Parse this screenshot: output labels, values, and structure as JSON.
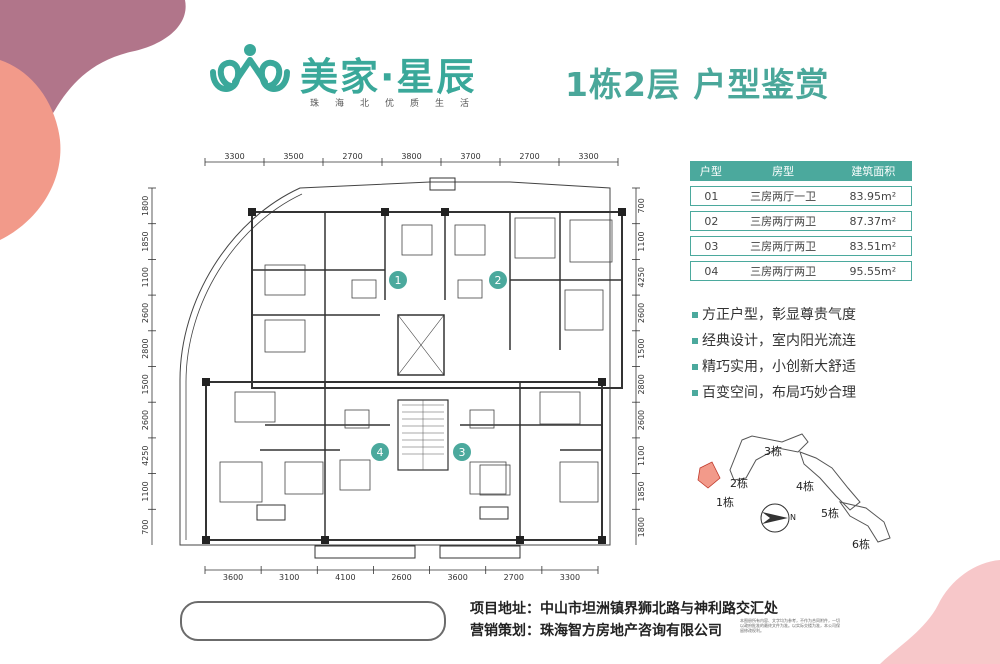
{
  "brand": {
    "name": "美家·星辰",
    "slogan": "珠海北优质生活"
  },
  "heading": "1栋2层  户型鉴赏",
  "units_table": {
    "headers": [
      "户型",
      "房型",
      "建筑面积"
    ],
    "rows": [
      [
        "01",
        "三房两厅一卫",
        "83.95m²"
      ],
      [
        "02",
        "三房两厅两卫",
        "87.37m²"
      ],
      [
        "03",
        "三房两厅两卫",
        "83.51m²"
      ],
      [
        "04",
        "三房两厅两卫",
        "95.55m²"
      ]
    ]
  },
  "features": [
    "方正户型，彰显尊贵气度",
    "经典设计，室内阳光流连",
    "精巧实用，小创新大舒适",
    "百变空间，布局巧妙合理"
  ],
  "plan": {
    "unit_markers": [
      "1",
      "2",
      "3",
      "4"
    ],
    "top_dims": [
      "3300",
      "3500",
      "2700",
      "3800",
      "3700",
      "2700",
      "3300"
    ],
    "bottom_dims": [
      "3600",
      "3100",
      "4100",
      "2600",
      "3600",
      "2700",
      "3300"
    ],
    "left_dims": [
      "1800",
      "1850",
      "1100",
      "2600",
      "2800",
      "1500",
      "2600",
      "4250",
      "1100",
      "700"
    ],
    "right_dims": [
      "700",
      "1100",
      "4250",
      "2600",
      "1500",
      "2800",
      "2600",
      "1100",
      "1850",
      "1800"
    ]
  },
  "site_plan": {
    "labels": [
      "3栋",
      "2栋",
      "1栋",
      "4栋",
      "5栋",
      "6栋"
    ],
    "north": "N"
  },
  "footer": {
    "address": "项目地址：中山市坦洲镇界狮北路与神利路交汇处",
    "marketing": "营销策划：珠海智方房地产咨询有限公司",
    "disclaimer": "本图册所有内容、文字均为参考，不作为合同附件，一切以政府批准的最终文件为准。以实际交楼为准，本公司保留修改权利。"
  },
  "colors": {
    "teal": "#4ba99d",
    "mauve": "#b1758a",
    "salmon": "#f29a8a",
    "pink": "#f7c7c9"
  }
}
